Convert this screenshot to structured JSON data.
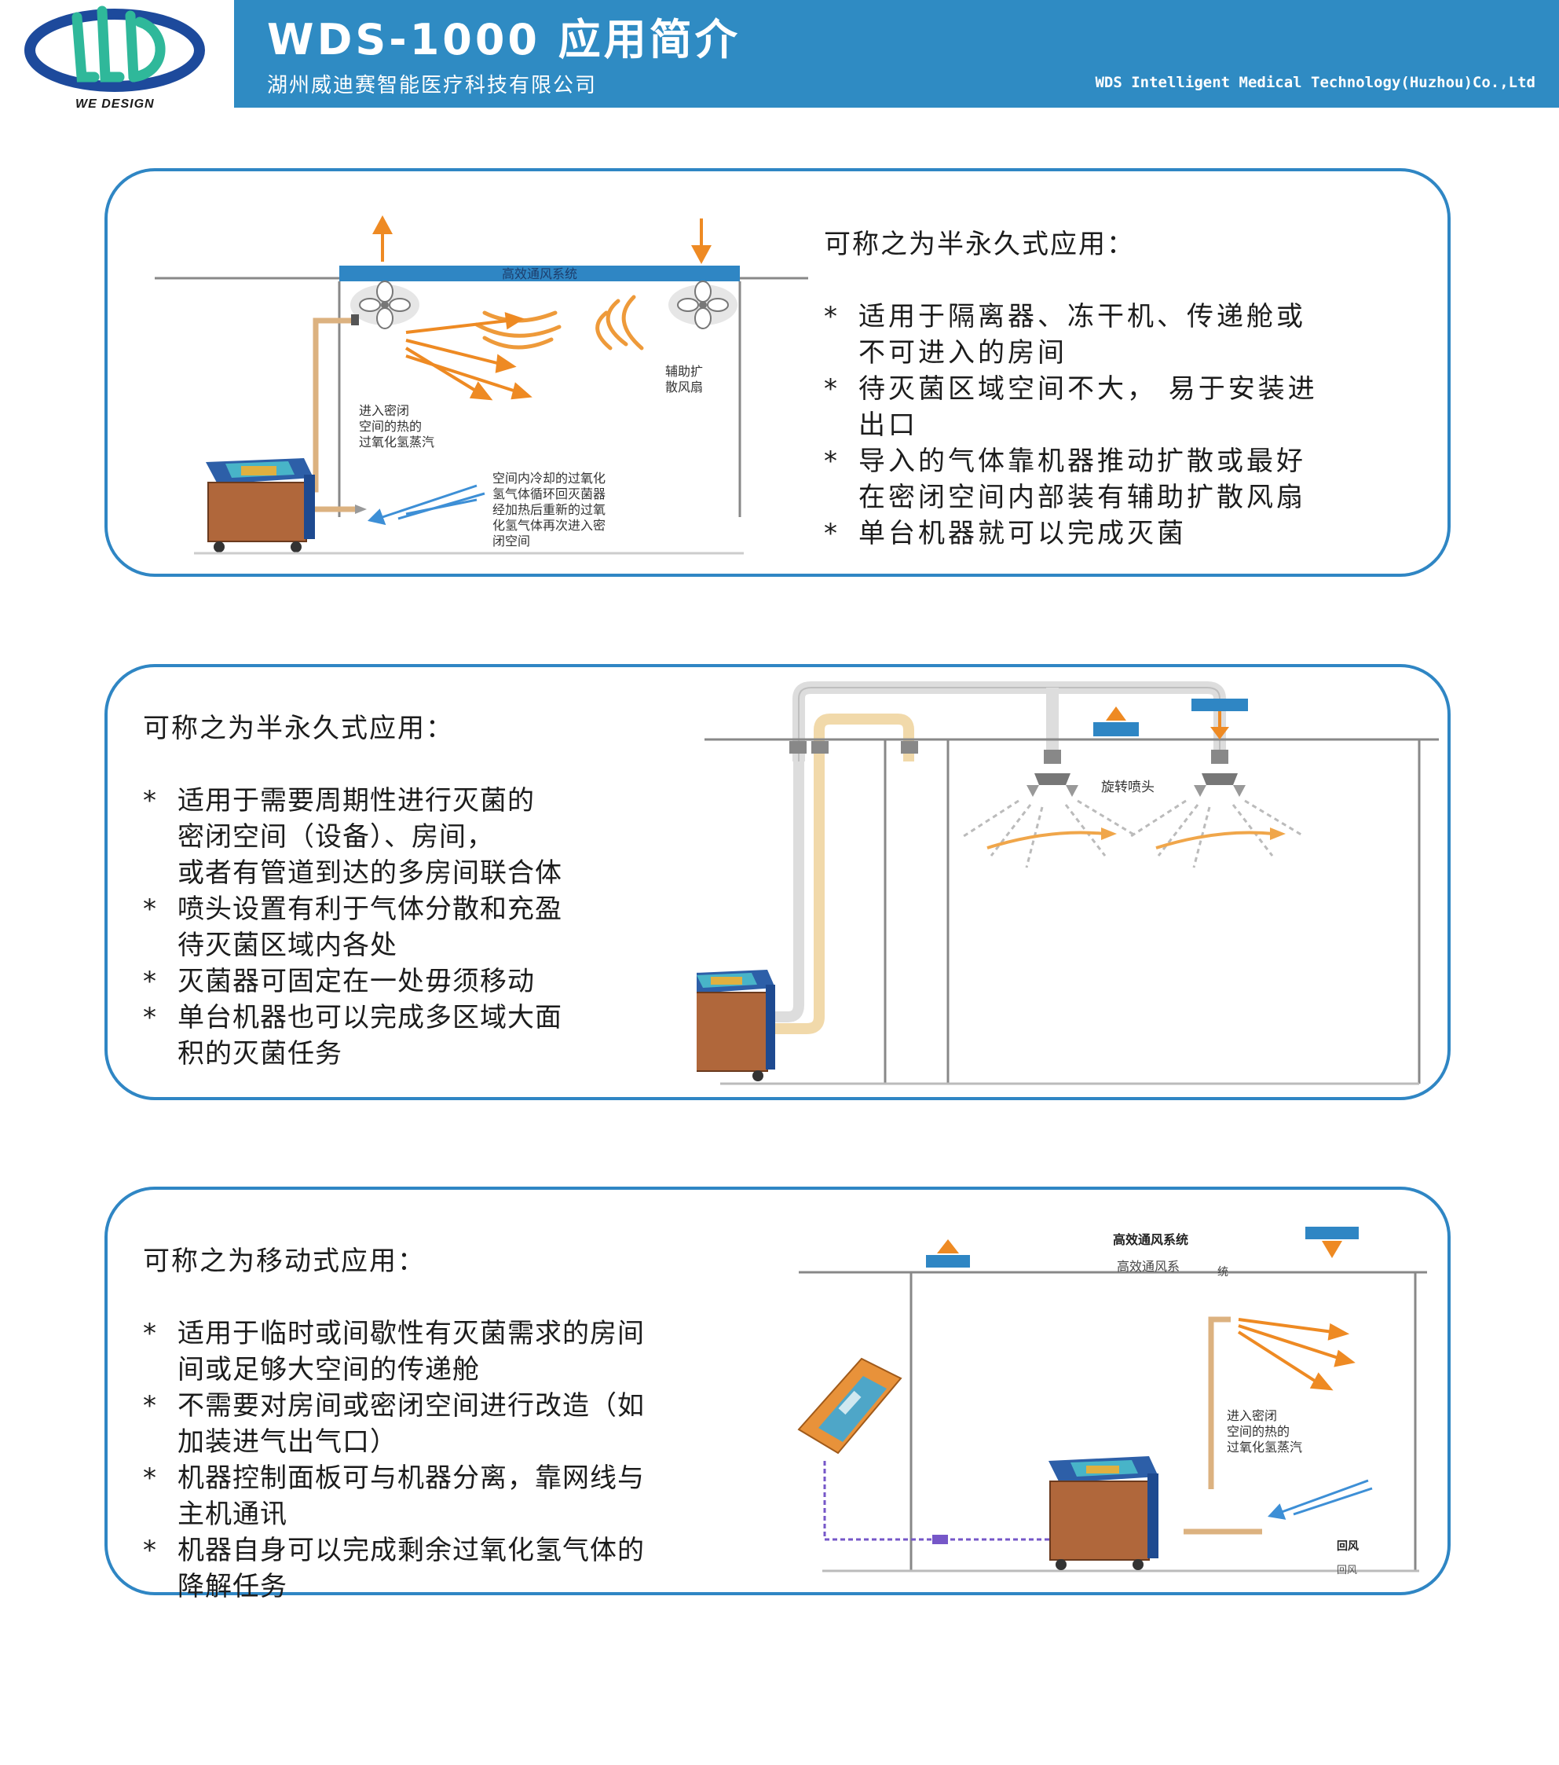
{
  "header": {
    "logo_caption": "WE DESIGN",
    "title": "WDS-1000  应用简介",
    "company_cn": "湖州威迪赛智能医疗科技有限公司",
    "company_en": "WDS Intelligent Medical Technology(Huzhou)Co.,Ltd"
  },
  "colors": {
    "header_blue": "#2f8bc3",
    "panel_border": "#2f86c4",
    "arrow_orange": "#ee8a23",
    "return_blue": "#3d8fd6",
    "machine_brown": "#b0673b",
    "pipe_tan": "#dcb280",
    "cable_purple": "#7657c8"
  },
  "panels": [
    {
      "title": "可称之为半永久式应用：",
      "bullets": [
        "适用于隔离器、冻干机、传递舱或\n不可进入的房间",
        "待灭菌区域空间不大，  易于安装进\n出口",
        "导入的气体靠机器推动扩散或最好\n在密闭空间内部装有辅助扩散风扇",
        "单台机器就可以完成灭菌"
      ],
      "diagram": {
        "hvac_label": "高效通风系统",
        "fan_label_1": "辅助扩",
        "fan_label_2": "散风扇",
        "vapor_1": "进入密闭",
        "vapor_2": "空间的热的",
        "vapor_3": "过氧化氢蒸汽",
        "return_1": "空间内冷却的过氧化",
        "return_2": "氢气体循环回灭菌器",
        "return_3": "经加热后重新的过氧",
        "return_4": "化氢气体再次进入密",
        "return_5": "闭空间"
      }
    },
    {
      "title": "可称之为半永久式应用：",
      "bullets": [
        "适用于需要周期性进行灭菌的\n密闭空间（设备）、房间，\n或者有管道到达的多房间联合体",
        "喷头设置有利于气体分散和充盈\n待灭菌区域内各处",
        "灭菌器可固定在一处毋须移动",
        "单台机器也可以完成多区域大面\n积的灭菌任务"
      ],
      "diagram": {
        "nozzle_label": "旋转喷头"
      }
    },
    {
      "title": "可称之为移动式应用：",
      "bullets": [
        "适用于临时或间歇性有灭菌需求的房间\n间或足够大空间的传递舱",
        "不需要对房间或密闭空间进行改造（如\n加装进气出气口）",
        "机器控制面板可与机器分离，靠网线与\n主机通讯",
        "机器自身可以完成剩余过氧化氢气体的\n降解任务"
      ],
      "diagram": {
        "hvac_label_bold": "高效通风系统",
        "hvac_label_a": "高效通风系",
        "hvac_label_b": "统",
        "vapor_1": "进入密闭",
        "vapor_2": "空间的热的",
        "vapor_3": "过氧化氢蒸汽",
        "return_bold": "回风",
        "return_light": "回风"
      }
    }
  ],
  "bullet_symbol": "*"
}
